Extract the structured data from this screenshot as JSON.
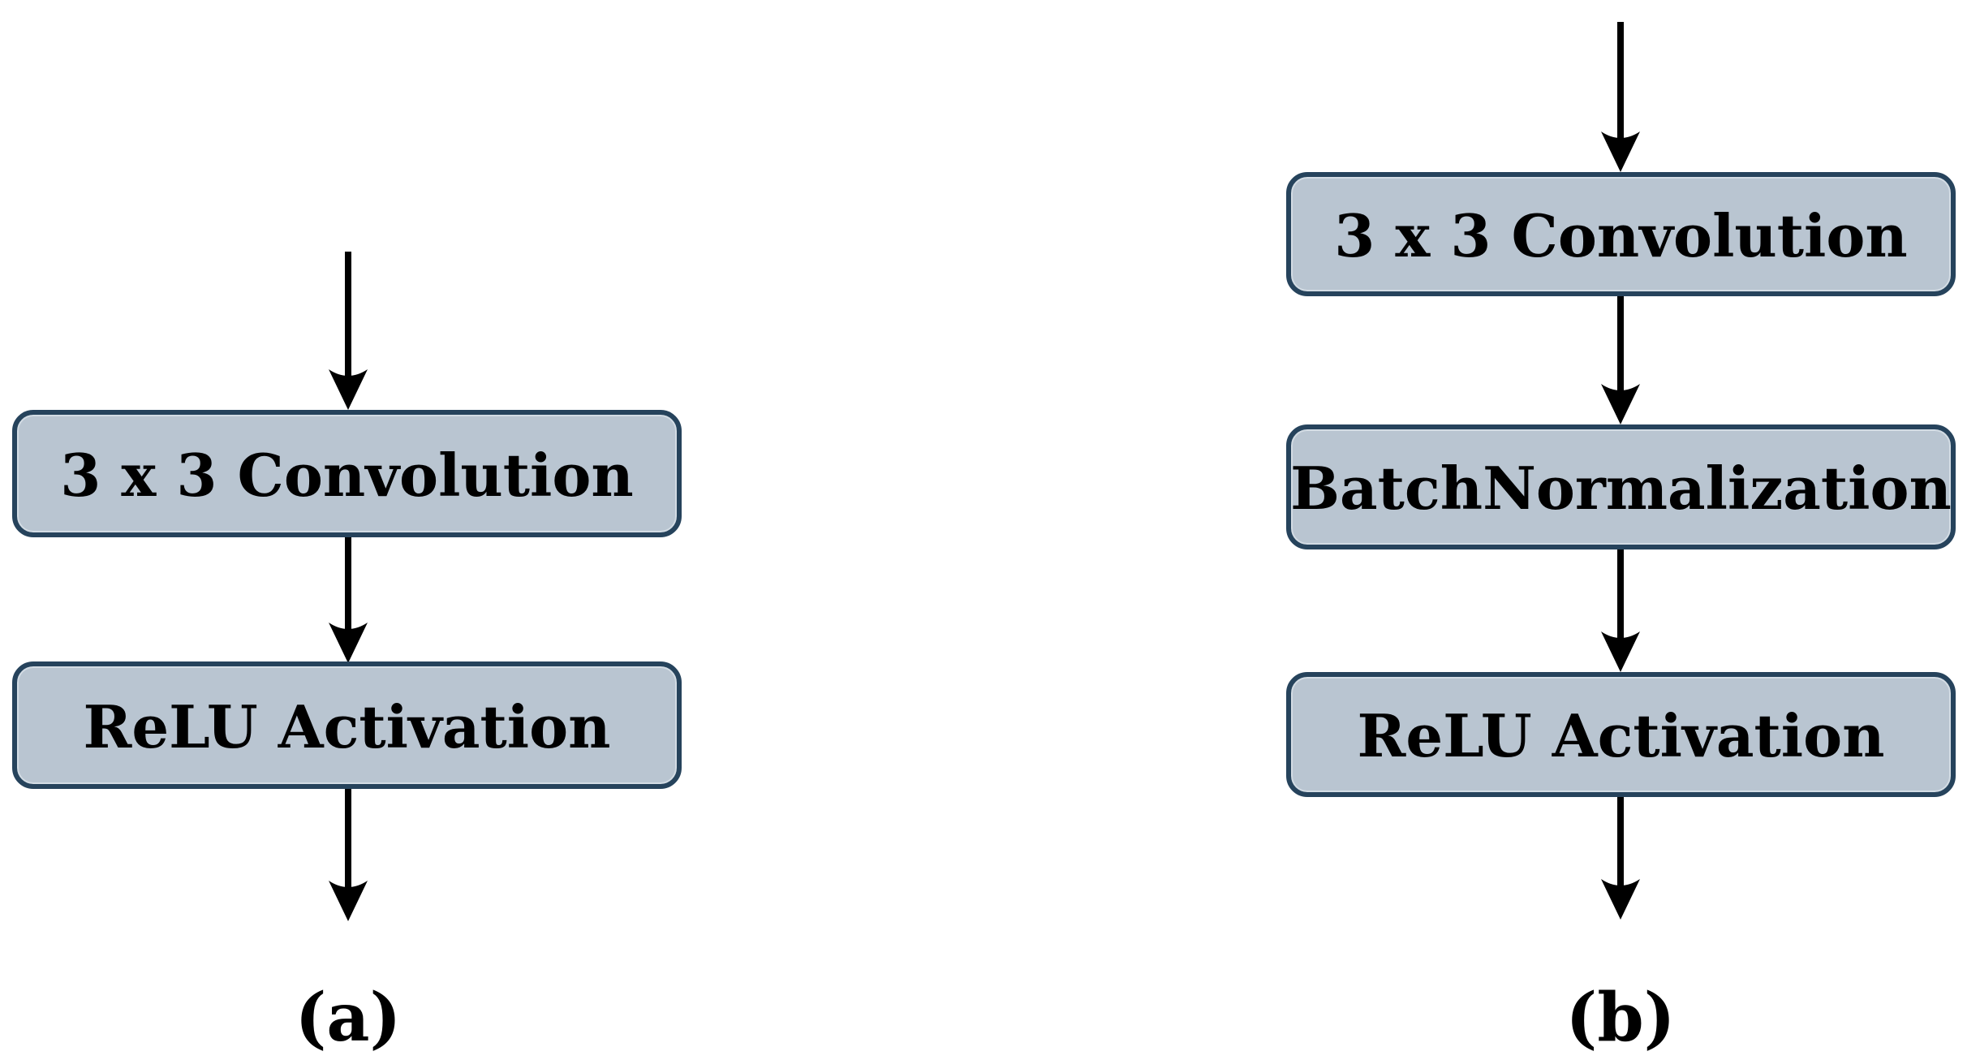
{
  "figure": {
    "type": "flowchart-comparison",
    "columns": [
      {
        "caption": "(a)",
        "nodes": [
          {
            "label": "3 x 3 Convolution"
          },
          {
            "label": "ReLU Activation"
          }
        ]
      },
      {
        "caption": "(b)",
        "nodes": [
          {
            "label": "3 x 3 Convolution"
          },
          {
            "label": "BatchNormalization"
          },
          {
            "label": "ReLU Activation"
          }
        ]
      }
    ],
    "colors": {
      "background": "#ffffff",
      "box_fill": "#b9c5d1",
      "box_border": "#26435c",
      "box_text": "#000000",
      "arrow": "#000000"
    }
  }
}
